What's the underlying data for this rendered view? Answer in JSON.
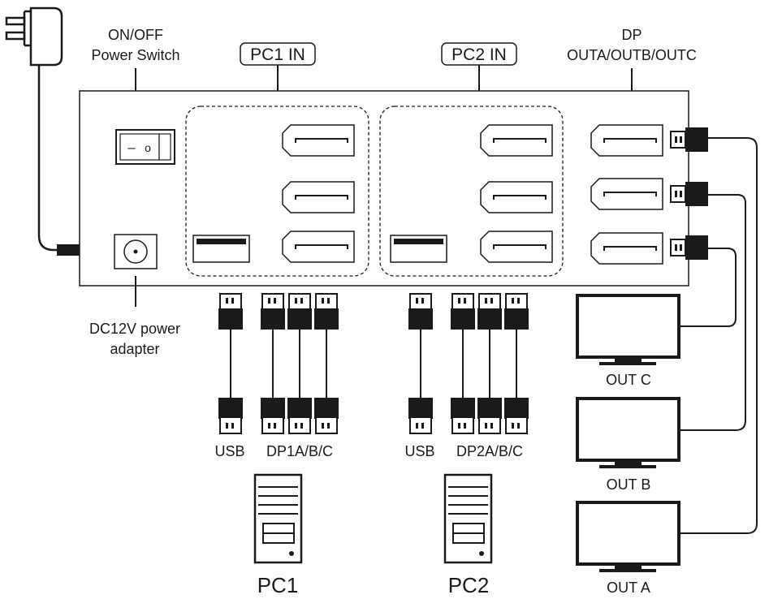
{
  "labels": {
    "power_switch_line1": "ON/OFF",
    "power_switch_line2": "Power Switch",
    "pc1_in": "PC1 IN",
    "pc2_in": "PC2 IN",
    "dp_out_line1": "DP",
    "dp_out_line2": "OUTA/OUTB/OUTC",
    "power_adapter_line1": "DC12V power",
    "power_adapter_line2": "adapter",
    "pc1_usb": "USB",
    "pc1_dp": "DP1A/B/C",
    "pc2_usb": "USB",
    "pc2_dp": "DP2A/B/C",
    "pc1": "PC1",
    "pc2": "PC2",
    "out_c": "OUT C",
    "out_b": "OUT B",
    "out_a": "OUT A"
  },
  "switch_symbols": {
    "off": "–",
    "on": "o"
  },
  "colors": {
    "ink": "#1a1a1a",
    "background": "#ffffff"
  }
}
